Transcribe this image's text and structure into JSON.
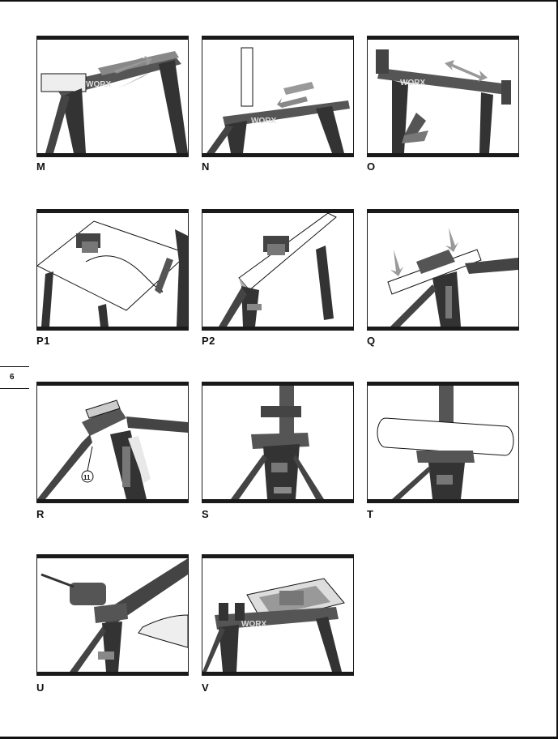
{
  "page": {
    "number": "6"
  },
  "figures": [
    {
      "id": "M",
      "label": "M",
      "icon": "workbench-extension-icon"
    },
    {
      "id": "N",
      "label": "N",
      "icon": "workbench-clamp-icon"
    },
    {
      "id": "O",
      "label": "O",
      "icon": "workbench-slide-icon"
    },
    {
      "id": "P1",
      "label": "P1",
      "icon": "jigsaw-cutting-icon"
    },
    {
      "id": "P2",
      "label": "P2",
      "icon": "jigsaw-on-bench-icon"
    },
    {
      "id": "Q",
      "label": "Q",
      "icon": "clamp-press-icon"
    },
    {
      "id": "R",
      "label": "R",
      "icon": "clamp-release-icon",
      "callout": "11"
    },
    {
      "id": "S",
      "label": "S",
      "icon": "bench-folded-icon"
    },
    {
      "id": "T",
      "label": "T",
      "icon": "round-stock-icon"
    },
    {
      "id": "U",
      "label": "U",
      "icon": "chainsaw-cutting-icon"
    },
    {
      "id": "V",
      "label": "V",
      "icon": "tool-tray-icon"
    }
  ],
  "brand_marks": {
    "text": "WORX"
  },
  "colors": {
    "ink": "#1a1a1a",
    "metal": "#555555",
    "mid": "#8c8c8c",
    "light": "#d8d8d8",
    "arrow": "#9a9a9a"
  }
}
